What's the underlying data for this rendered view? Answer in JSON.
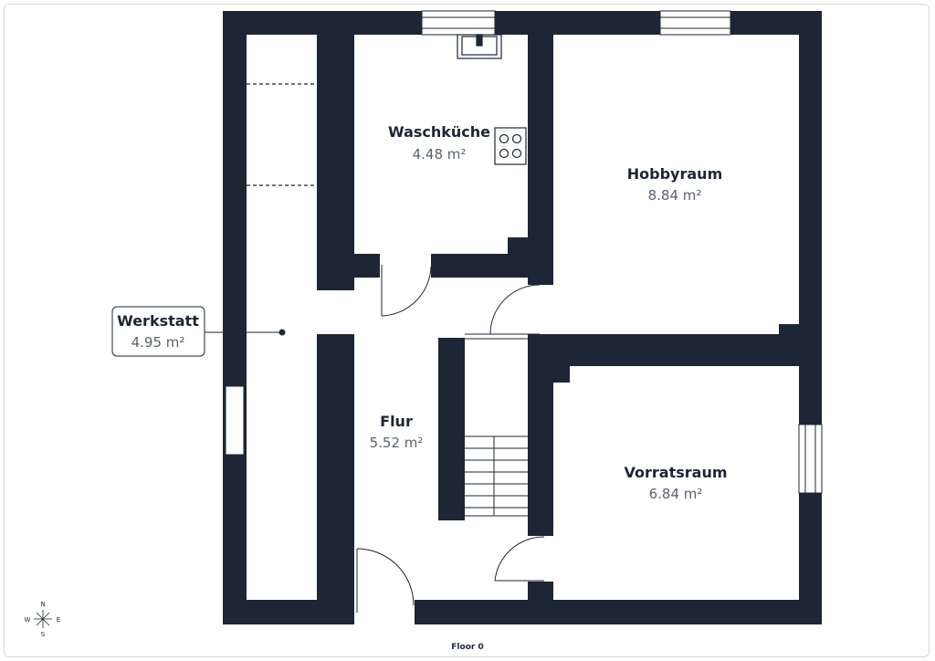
{
  "floor_label": "Floor 0",
  "compass": {
    "n": "N",
    "e": "E",
    "s": "S",
    "w": "W"
  },
  "rooms": {
    "waschkueche": {
      "name": "Waschküche",
      "area": "4.48 m²"
    },
    "hobbyraum": {
      "name": "Hobbyraum",
      "area": "8.84 m²"
    },
    "werkstatt": {
      "name": "Werkstatt",
      "area": "4.95 m²"
    },
    "flur": {
      "name": "Flur",
      "area": "5.52 m²"
    },
    "vorratsraum": {
      "name": "Vorratsraum",
      "area": "6.84 m²"
    }
  },
  "colors": {
    "wall": "#1d2634",
    "text": "#1d2634",
    "area_text": "#5a6272"
  }
}
